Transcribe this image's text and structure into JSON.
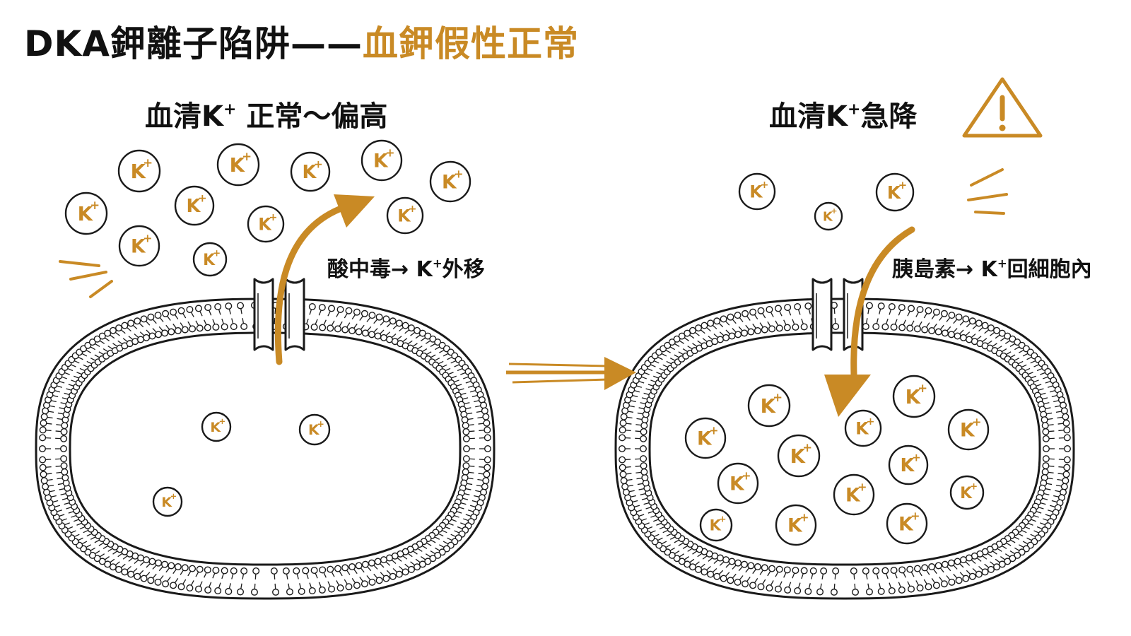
{
  "title": {
    "prefix": "DKA鉀離子陷阱——",
    "accent": "血鉀假性正常"
  },
  "left_panel": {
    "heading": {
      "before": "血清K",
      "sup": "+",
      "after": " 正常～偏高"
    },
    "annotation": {
      "before": "酸中毒→ K",
      "sup": "+",
      "after": "外移"
    }
  },
  "right_panel": {
    "heading": {
      "before": "血清K",
      "sup": "+",
      "after": "急降"
    },
    "annotation": {
      "before": "胰島素→ K",
      "sup": "+",
      "after": "回細胞內"
    }
  },
  "ion_label": "K",
  "ion_sup": "+",
  "icons": [
    "warning-triangle-icon",
    "transition-arrow-icon",
    "potassium-ion-icon",
    "ion-channel-icon"
  ],
  "colors": {
    "accent": "#c98a25",
    "ink": "#1a1a1a",
    "background": "#ffffff"
  }
}
